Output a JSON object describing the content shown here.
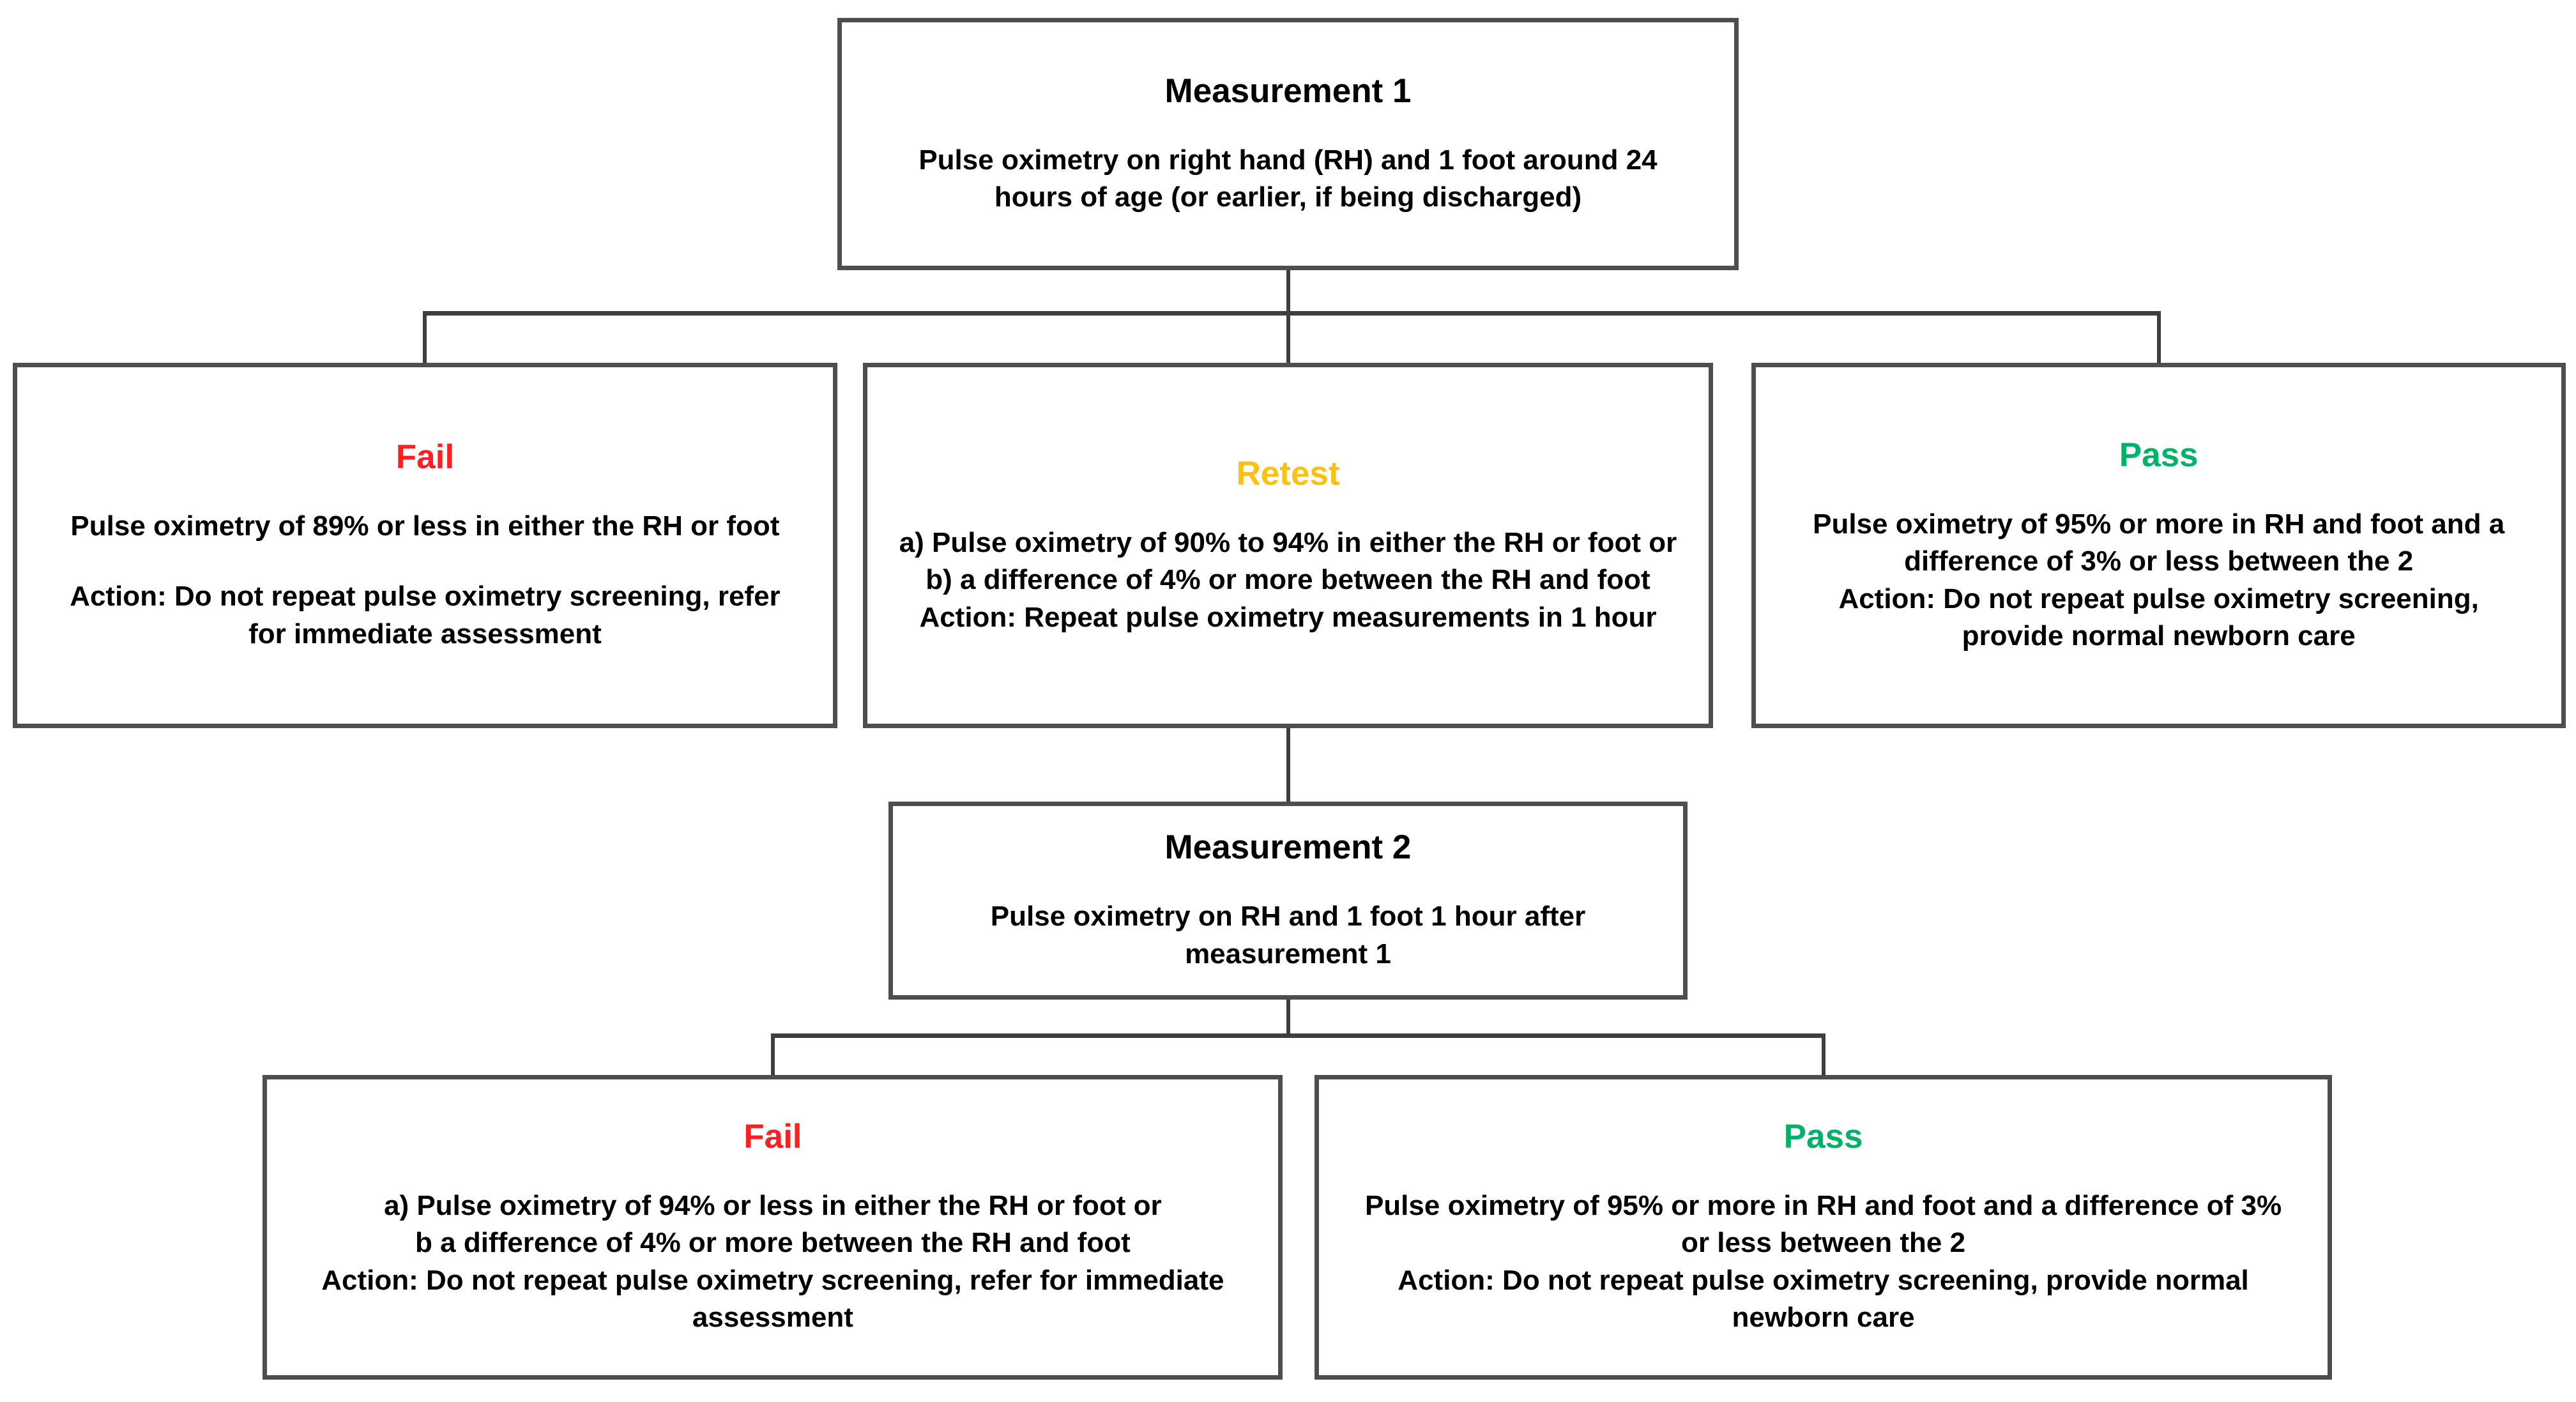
{
  "colors": {
    "fail": "#fe2020",
    "retest": "#ffc011",
    "pass": "#00b268",
    "border": "#4e4e4e",
    "line": "#3e3e3e",
    "background": "#ffffff",
    "text": "#000000"
  },
  "nodes": {
    "measurement1": {
      "title": "Measurement 1",
      "body": [
        "Pulse oximetry on right hand (RH) and 1 foot around 24 hours of age (or earlier, if being discharged)"
      ]
    },
    "fail1": {
      "title": "Fail",
      "body": [
        "Pulse oximetry of 89% or less in either the RH or foot",
        "Action: Do not repeat pulse oximetry screening, refer for immediate assessment"
      ]
    },
    "retest": {
      "title": "Retest",
      "body": [
        "a) Pulse oximetry of 90% to 94% in either the RH or foot or",
        "b) a difference of 4% or more between the RH and foot",
        "Action: Repeat pulse oximetry measurements in 1 hour"
      ]
    },
    "pass1": {
      "title": "Pass",
      "body": [
        "Pulse oximetry of 95% or more in RH and foot and a difference of 3% or less between the 2",
        "Action: Do not repeat pulse oximetry screening, provide normal newborn care"
      ]
    },
    "measurement2": {
      "title": "Measurement 2",
      "body": [
        "Pulse oximetry on RH and 1 foot 1 hour after measurement 1"
      ]
    },
    "fail2": {
      "title": "Fail",
      "body": [
        "a) Pulse oximetry of 94% or less in either the RH or foot or",
        "b a difference of 4% or more between the RH and foot",
        "Action: Do not repeat pulse oximetry screening, refer for immediate assessment"
      ]
    },
    "pass2": {
      "title": "Pass",
      "body": [
        "Pulse oximetry of 95% or more in RH and foot and a difference of 3% or less between the 2",
        "Action: Do not repeat pulse oximetry screening, provide normal newborn care"
      ]
    }
  }
}
